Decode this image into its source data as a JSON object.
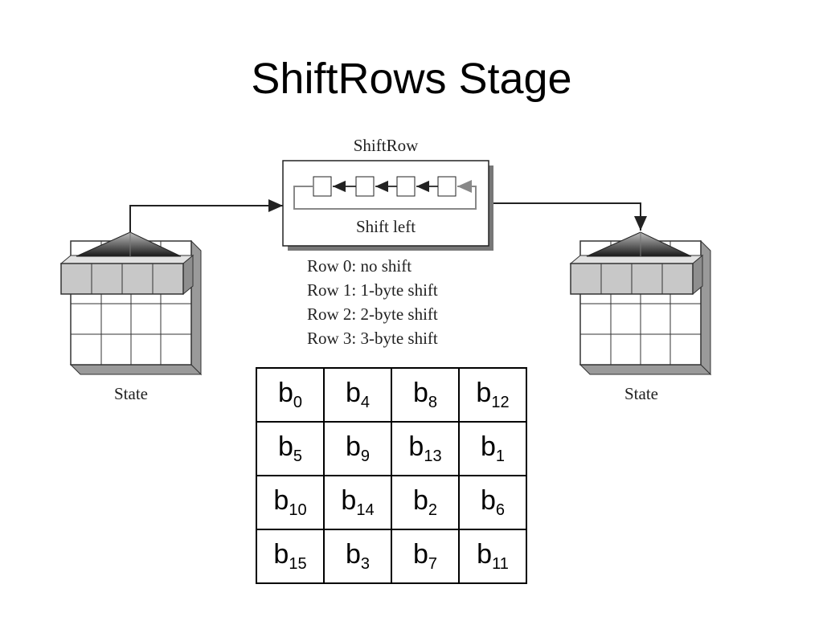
{
  "title": "ShiftRows Stage",
  "shift_box": {
    "caption": "ShiftRow",
    "inner_label": "Shift left"
  },
  "shift_rules": [
    "Row 0: no shift",
    "Row 1: 1-byte shift",
    "Row 2: 2-byte shift",
    "Row 3: 3-byte shift"
  ],
  "state_left_label": "State",
  "state_right_label": "State",
  "byte_matrix": [
    [
      {
        "base": "b",
        "sub": "0"
      },
      {
        "base": "b",
        "sub": "4"
      },
      {
        "base": "b",
        "sub": "8"
      },
      {
        "base": "b",
        "sub": "12"
      }
    ],
    [
      {
        "base": "b",
        "sub": "5"
      },
      {
        "base": "b",
        "sub": "9"
      },
      {
        "base": "b",
        "sub": "13"
      },
      {
        "base": "b",
        "sub": "1"
      }
    ],
    [
      {
        "base": "b",
        "sub": "10"
      },
      {
        "base": "b",
        "sub": "14"
      },
      {
        "base": "b",
        "sub": "2"
      },
      {
        "base": "b",
        "sub": "6"
      }
    ],
    [
      {
        "base": "b",
        "sub": "15"
      },
      {
        "base": "b",
        "sub": "3"
      },
      {
        "base": "b",
        "sub": "7"
      },
      {
        "base": "b",
        "sub": "11"
      }
    ]
  ],
  "colors": {
    "cell_gray": "#c8c8c8",
    "shadow_gray": "#9a9a9a",
    "line": "#222222",
    "loop_arrow": "#888888"
  }
}
